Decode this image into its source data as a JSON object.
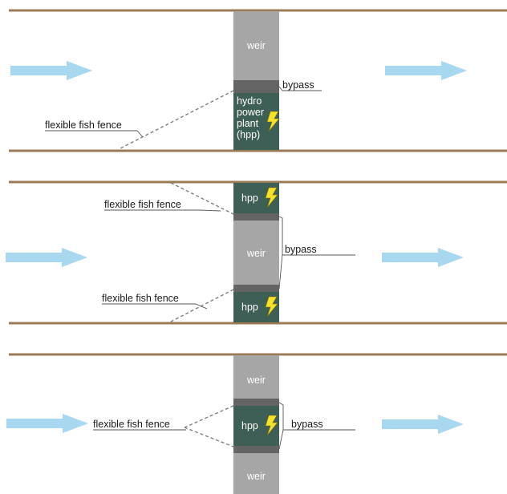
{
  "labels": {
    "weir": "weir",
    "bypass": "bypass",
    "fence": "flexible fish fence",
    "hpp_short": "hpp",
    "hpp_long": [
      "hydro",
      "power",
      "plant",
      "(hpp)"
    ]
  },
  "colors": {
    "riverbank": "#9b7b57",
    "weir": "#a6a6a6",
    "bypass": "#646464",
    "hydro_power_plant": "#3e5f55",
    "flow_arrow": "#a8d8ef",
    "lightning": "#f4e12a"
  },
  "icons": {
    "flow": "flow-arrow-icon",
    "power": "lightning-icon"
  }
}
